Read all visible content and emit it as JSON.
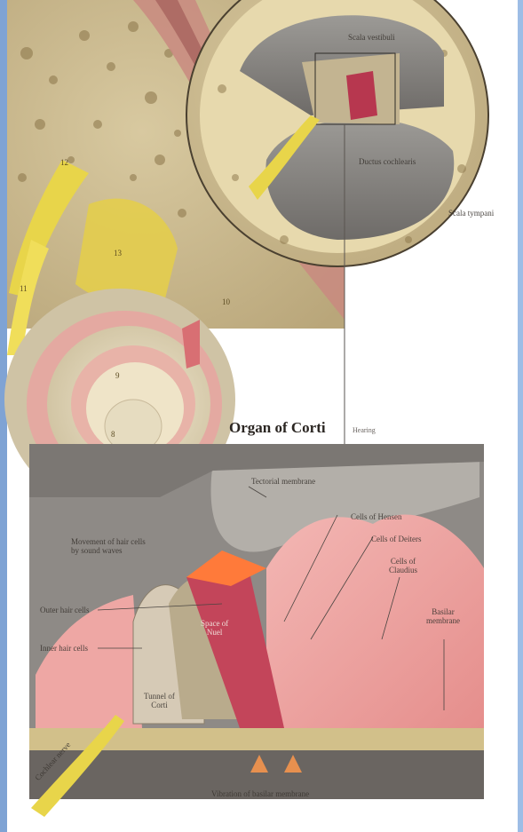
{
  "title": "Organ of Corti",
  "title_note": "Hearing",
  "numbers": {
    "n12": "12",
    "n13": "13",
    "n11": "11",
    "n9": "9",
    "n8": "8",
    "n10": "10"
  },
  "labels": {
    "scala_vestibuli": "Scala vestibuli",
    "ductus_cochlearis": "Ductus cochlearis",
    "scala_tympani": "Scala tympani",
    "tectorial_membrane": "Tectorial membrane",
    "cells_of_hensen": "Cells of Hensen",
    "cells_of_deiters": "Cells of Deiters",
    "cells_of_claudius": "Cells of Claudius",
    "movement_hair_cells_1": "Movement of hair cells",
    "movement_hair_cells_2": "by sound waves",
    "outer_hair_cells": "Outer hair cells",
    "inner_hair_cells": "Inner hair cells",
    "space_of_nuel_1": "Space of",
    "space_of_nuel_2": "Nuel",
    "tunnel_of_corti_1": "Tunnel of",
    "tunnel_of_corti_2": "Corti",
    "basilar_membrane_1": "Basilar",
    "basilar_membrane_2": "membrane",
    "cochlear_nerve": "Cochlear nerve",
    "vibration_basilar": "Vibration of basilar membrane"
  }
}
